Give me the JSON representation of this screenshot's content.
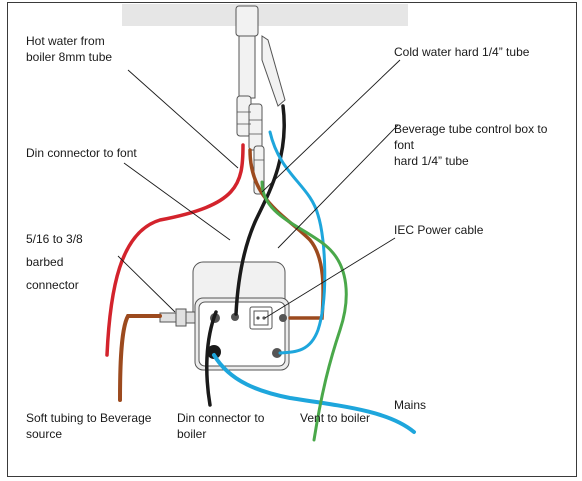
{
  "labels": {
    "hot_water": "Hot water from\nboiler 8mm tube",
    "cold_water": "Cold water hard 1/4” tube",
    "beverage_tube": "Beverage tube control box to\nfont\nhard 1/4” tube",
    "din_connector_font": "Din connector to font",
    "barbed_connector": "5/16 to 3/8\nbarbed\nconnector",
    "iec_power": "IEC Power cable",
    "mains": "Mains",
    "soft_tubing": "Soft tubing to Beverage\nsource",
    "din_connector_boiler": "Din connector to\nboiler",
    "vent_to_boiler": "Vent to boiler"
  },
  "colors": {
    "red_tube": "#d3232c",
    "brown_tube": "#9c4a1e",
    "black_cable": "#1a1a1a",
    "blue_tube": "#1ea6dc",
    "green_tube": "#4aa84a"
  }
}
